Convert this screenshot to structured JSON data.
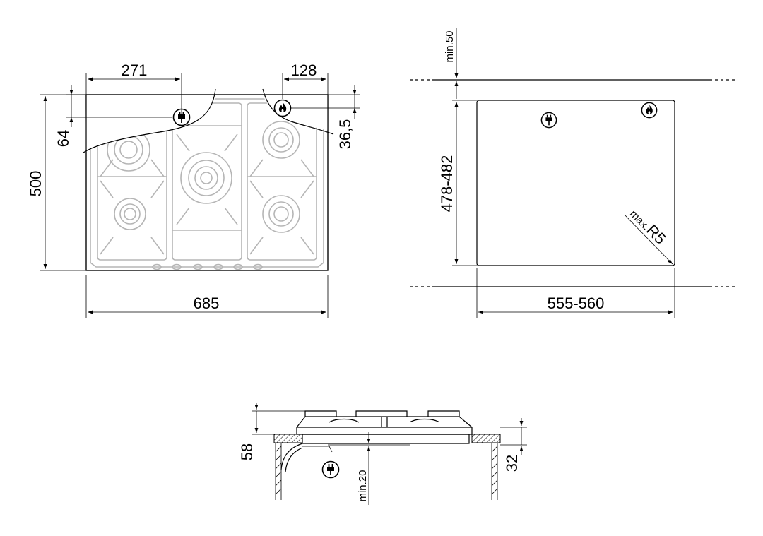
{
  "top_view": {
    "width": "685",
    "height": "500",
    "plug_offset_x": "271",
    "gas_offset_x": "128",
    "plug_offset_y": "64",
    "gas_offset_y": "36,5"
  },
  "cutout": {
    "min_clearance": "min.50",
    "depth": "478-482",
    "width": "555-560",
    "radius_prefix": "max.",
    "radius_value": "R5"
  },
  "side_view": {
    "total_height": "58",
    "under_height": "32",
    "min_clearance": "min.20"
  },
  "icons": [
    "plug-icon",
    "gas-flame-icon"
  ]
}
